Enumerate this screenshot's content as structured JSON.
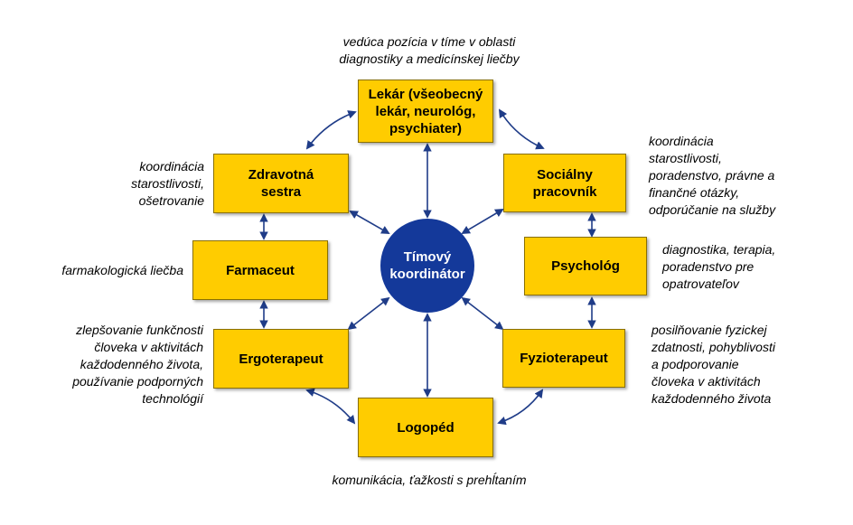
{
  "colors": {
    "box_fill": "#ffcc00",
    "coordinator_fill": "#14399a",
    "arrow": "#1f3c88",
    "text": "#000000"
  },
  "coordinator": {
    "label": "Tímový\nkoordinátor"
  },
  "roles": {
    "lekar": {
      "label": "Lekár (všeobecný\nlekár, neurológ,\npsychiater)",
      "note": "vedúca pozícia v tíme v oblasti\ndiagnostiky a medicínskej liečby"
    },
    "socialny": {
      "label": "Sociálny\npracovník",
      "note": "koordinácia\nstarostlivosti,\nporadenstvo, právne a\nfinančné otázky,\nodporúčanie na služby"
    },
    "psycholog": {
      "label": "Psychológ",
      "note": "diagnostika, terapia,\nporadenstvo pre\nopatrovateľov"
    },
    "fyzioterapeut": {
      "label": "Fyzioterapeut",
      "note": "posilňovanie fyzickej\nzdatnosti, pohyblivosti\na podporovanie\nčloveka v aktivitách\nkaždodenného života"
    },
    "logoped": {
      "label": "Logopéd",
      "note": "komunikácia, ťažkosti s prehĺtaním"
    },
    "ergoterapeut": {
      "label": "Ergoterapeut",
      "note": "zlepšovanie funkčnosti\nčloveka v aktivitách\nkaždodenného života,\npoužívanie podporných\ntechnológií"
    },
    "farmaceut": {
      "label": "Farmaceut",
      "note": "farmakologická liečba"
    },
    "sestra": {
      "label": "Zdravotná\nsestra",
      "note": "koordinácia\nstarostlivosti,\nošetrovanie"
    }
  }
}
